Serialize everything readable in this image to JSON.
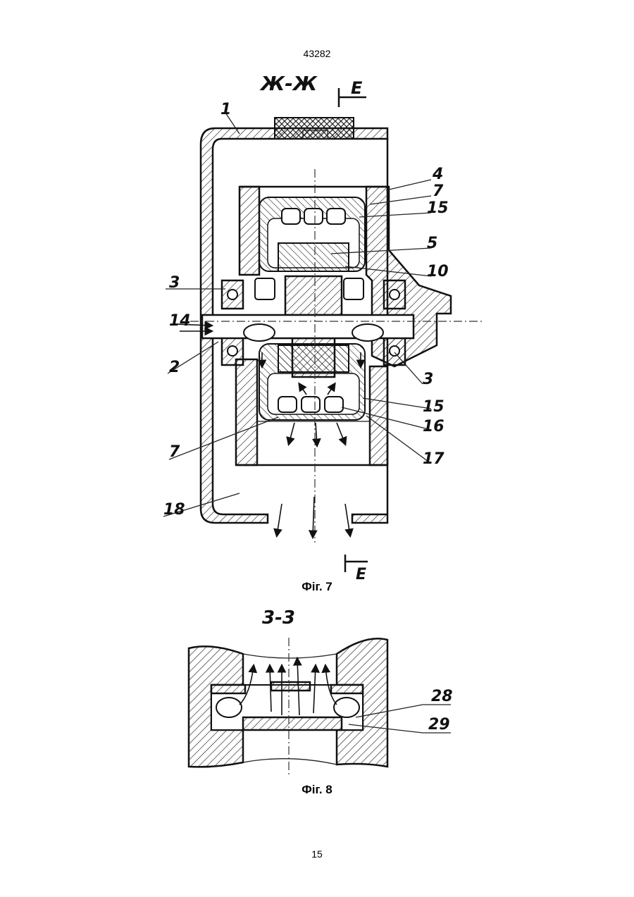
{
  "header": {
    "doc_number": "43282"
  },
  "figure7": {
    "section_label": "Ж-Ж",
    "marker_top": "E",
    "marker_bottom": "E",
    "caption": "Фіг. 7",
    "callouts": [
      "1",
      "4",
      "7",
      "15",
      "5",
      "10",
      "3",
      "14",
      "2",
      "3",
      "15",
      "16",
      "17",
      "7",
      "18"
    ]
  },
  "figure8": {
    "section_label": "3-3",
    "caption": "Фіг. 8",
    "callouts": [
      "28",
      "29"
    ]
  },
  "footer": {
    "page_number": "15"
  }
}
